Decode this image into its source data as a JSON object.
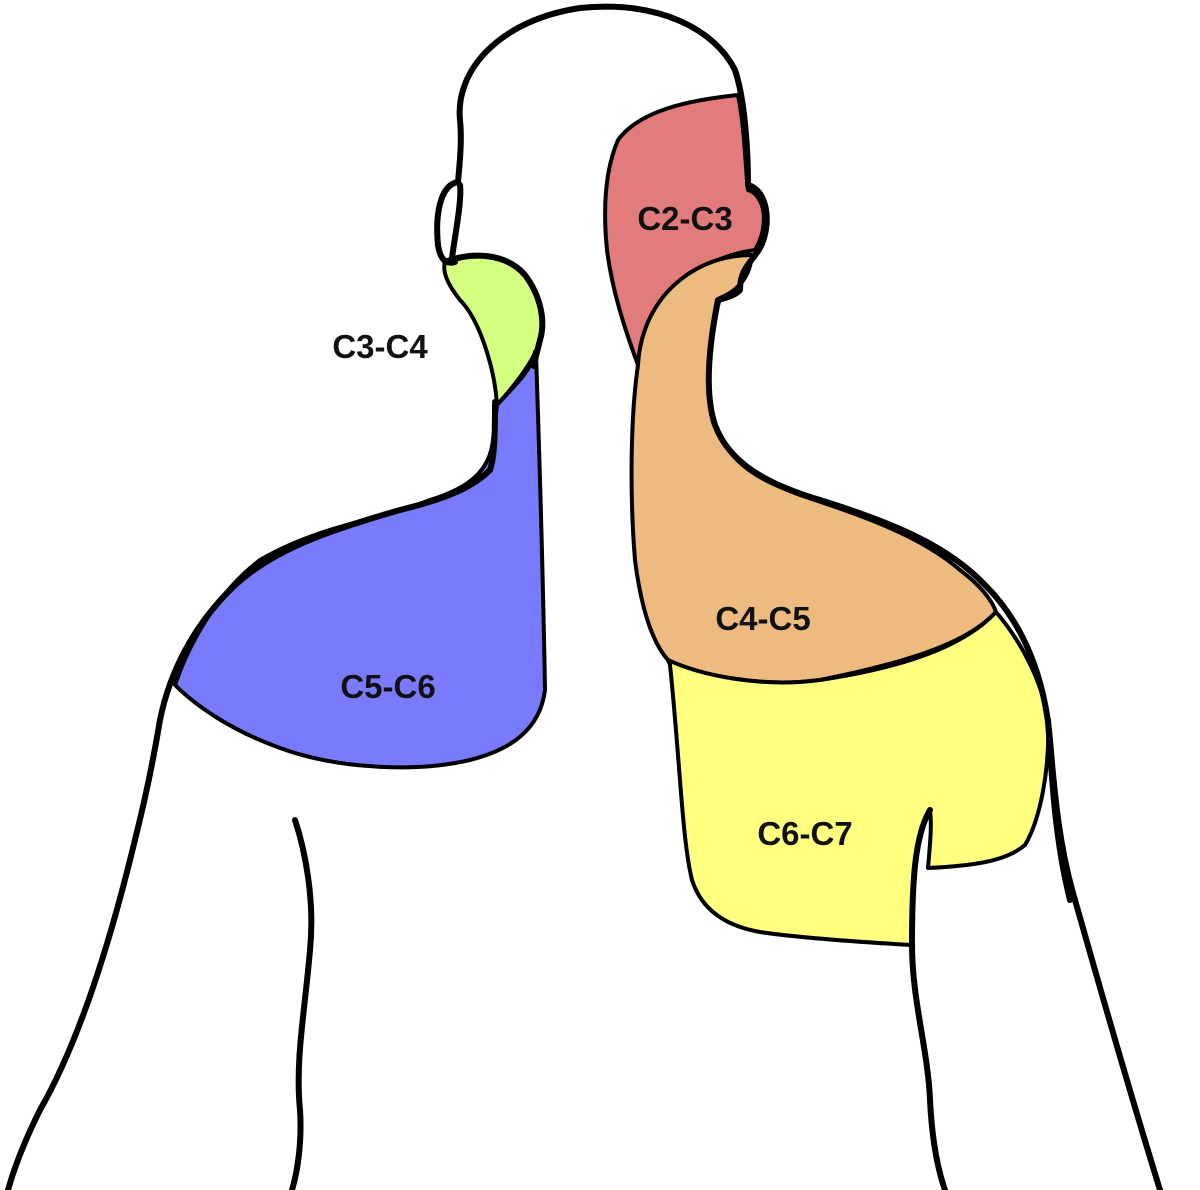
{
  "title_hidden": null,
  "regions": [
    {
      "id": "c2-c3",
      "label": "C2-C3",
      "color": "#E27B7B"
    },
    {
      "id": "c3-c4",
      "label": "C3-C4",
      "color": "#D4FF80"
    },
    {
      "id": "c4-c5",
      "label": "C4-C5",
      "color": "#EDBA80"
    },
    {
      "id": "c5-c6",
      "label": "C5-C6",
      "color": "#7A7AFC"
    },
    {
      "id": "c6-c7",
      "label": "C6-C7",
      "color": "#FFFF80"
    }
  ]
}
